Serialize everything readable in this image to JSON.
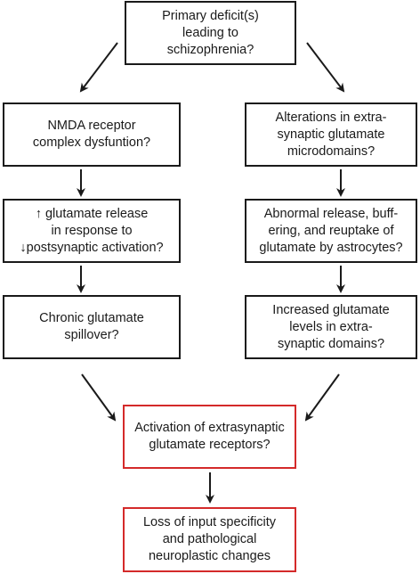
{
  "diagram": {
    "nodes": {
      "primary": {
        "lines": [
          "Primary deficit(s)",
          "leading to",
          "schizophrenia?"
        ]
      },
      "nmda": {
        "lines": [
          "NMDA receptor",
          "complex dysfuntion?"
        ]
      },
      "alterations": {
        "lines": [
          "Alterations in extra-",
          "synaptic glutamate",
          "microdomains?"
        ]
      },
      "release": {
        "lines": [
          "↑ glutamate release",
          "in response to",
          "↓postsynaptic activation?"
        ]
      },
      "abnormal": {
        "lines": [
          "Abnormal release, buff-",
          "ering, and reuptake of",
          "glutamate by astrocytes?"
        ]
      },
      "spillover": {
        "lines": [
          "Chronic glutamate",
          "spillover?"
        ]
      },
      "increased": {
        "lines": [
          "Increased glutamate",
          "levels in extra-",
          "synaptic domains?"
        ]
      },
      "activation": {
        "lines": [
          "Activation of extrasynaptic",
          "glutamate receptors?"
        ]
      },
      "loss": {
        "lines": [
          "Loss of input specificity",
          "and pathological",
          "neuroplastic changes"
        ]
      }
    },
    "edges": [
      [
        "primary",
        "nmda"
      ],
      [
        "primary",
        "alterations"
      ],
      [
        "nmda",
        "release"
      ],
      [
        "alterations",
        "abnormal"
      ],
      [
        "release",
        "spillover"
      ],
      [
        "abnormal",
        "increased"
      ],
      [
        "spillover",
        "activation"
      ],
      [
        "increased",
        "activation"
      ],
      [
        "activation",
        "loss"
      ]
    ],
    "colors": {
      "line": "#1a1a1a",
      "highlight_border": "#d42a2a"
    }
  }
}
